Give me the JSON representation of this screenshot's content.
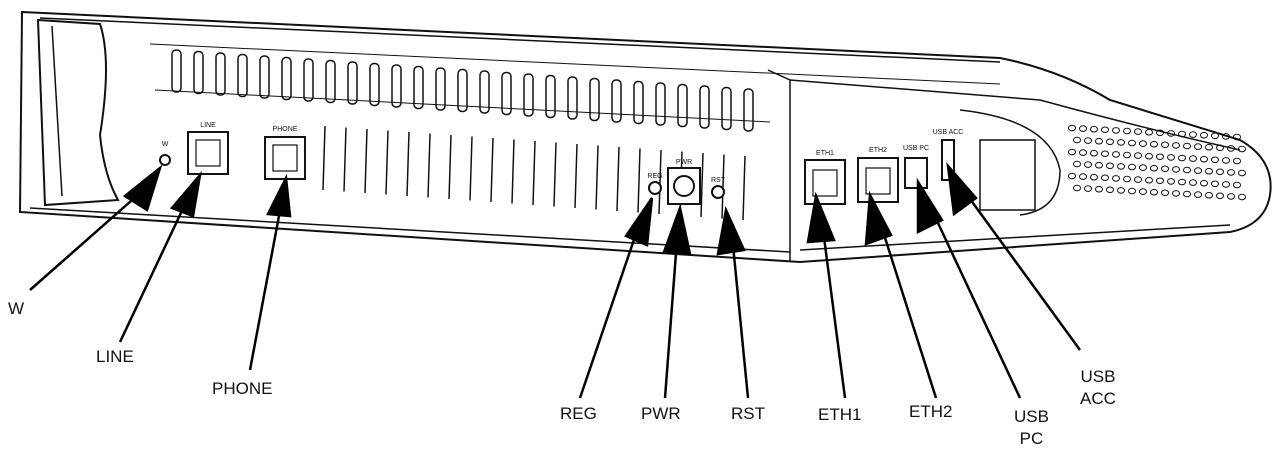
{
  "callouts": [
    {
      "id": "w",
      "lines": [
        "W"
      ]
    },
    {
      "id": "line",
      "lines": [
        "LINE"
      ]
    },
    {
      "id": "phone",
      "lines": [
        "PHONE"
      ]
    },
    {
      "id": "reg",
      "lines": [
        "REG"
      ]
    },
    {
      "id": "pwr",
      "lines": [
        "PWR"
      ]
    },
    {
      "id": "rst",
      "lines": [
        "RST"
      ]
    },
    {
      "id": "eth1",
      "lines": [
        "ETH1"
      ]
    },
    {
      "id": "eth2",
      "lines": [
        "ETH2"
      ]
    },
    {
      "id": "usb-pc",
      "lines": [
        "USB",
        "PC"
      ]
    },
    {
      "id": "usb-acc",
      "lines": [
        "USB",
        "ACC"
      ]
    }
  ],
  "port_markings": {
    "w": "W",
    "line": "LINE",
    "phone": "PHONE",
    "reg": "REG",
    "pwr": "PWR",
    "rst": "RST",
    "eth1": "ETH1",
    "eth2": "ETH2",
    "usb_pc": "USB PC",
    "usb_acc": "USB ACC"
  },
  "colors": {
    "line": "#111111",
    "fill": "#ffffff",
    "arrow": "#000000"
  }
}
